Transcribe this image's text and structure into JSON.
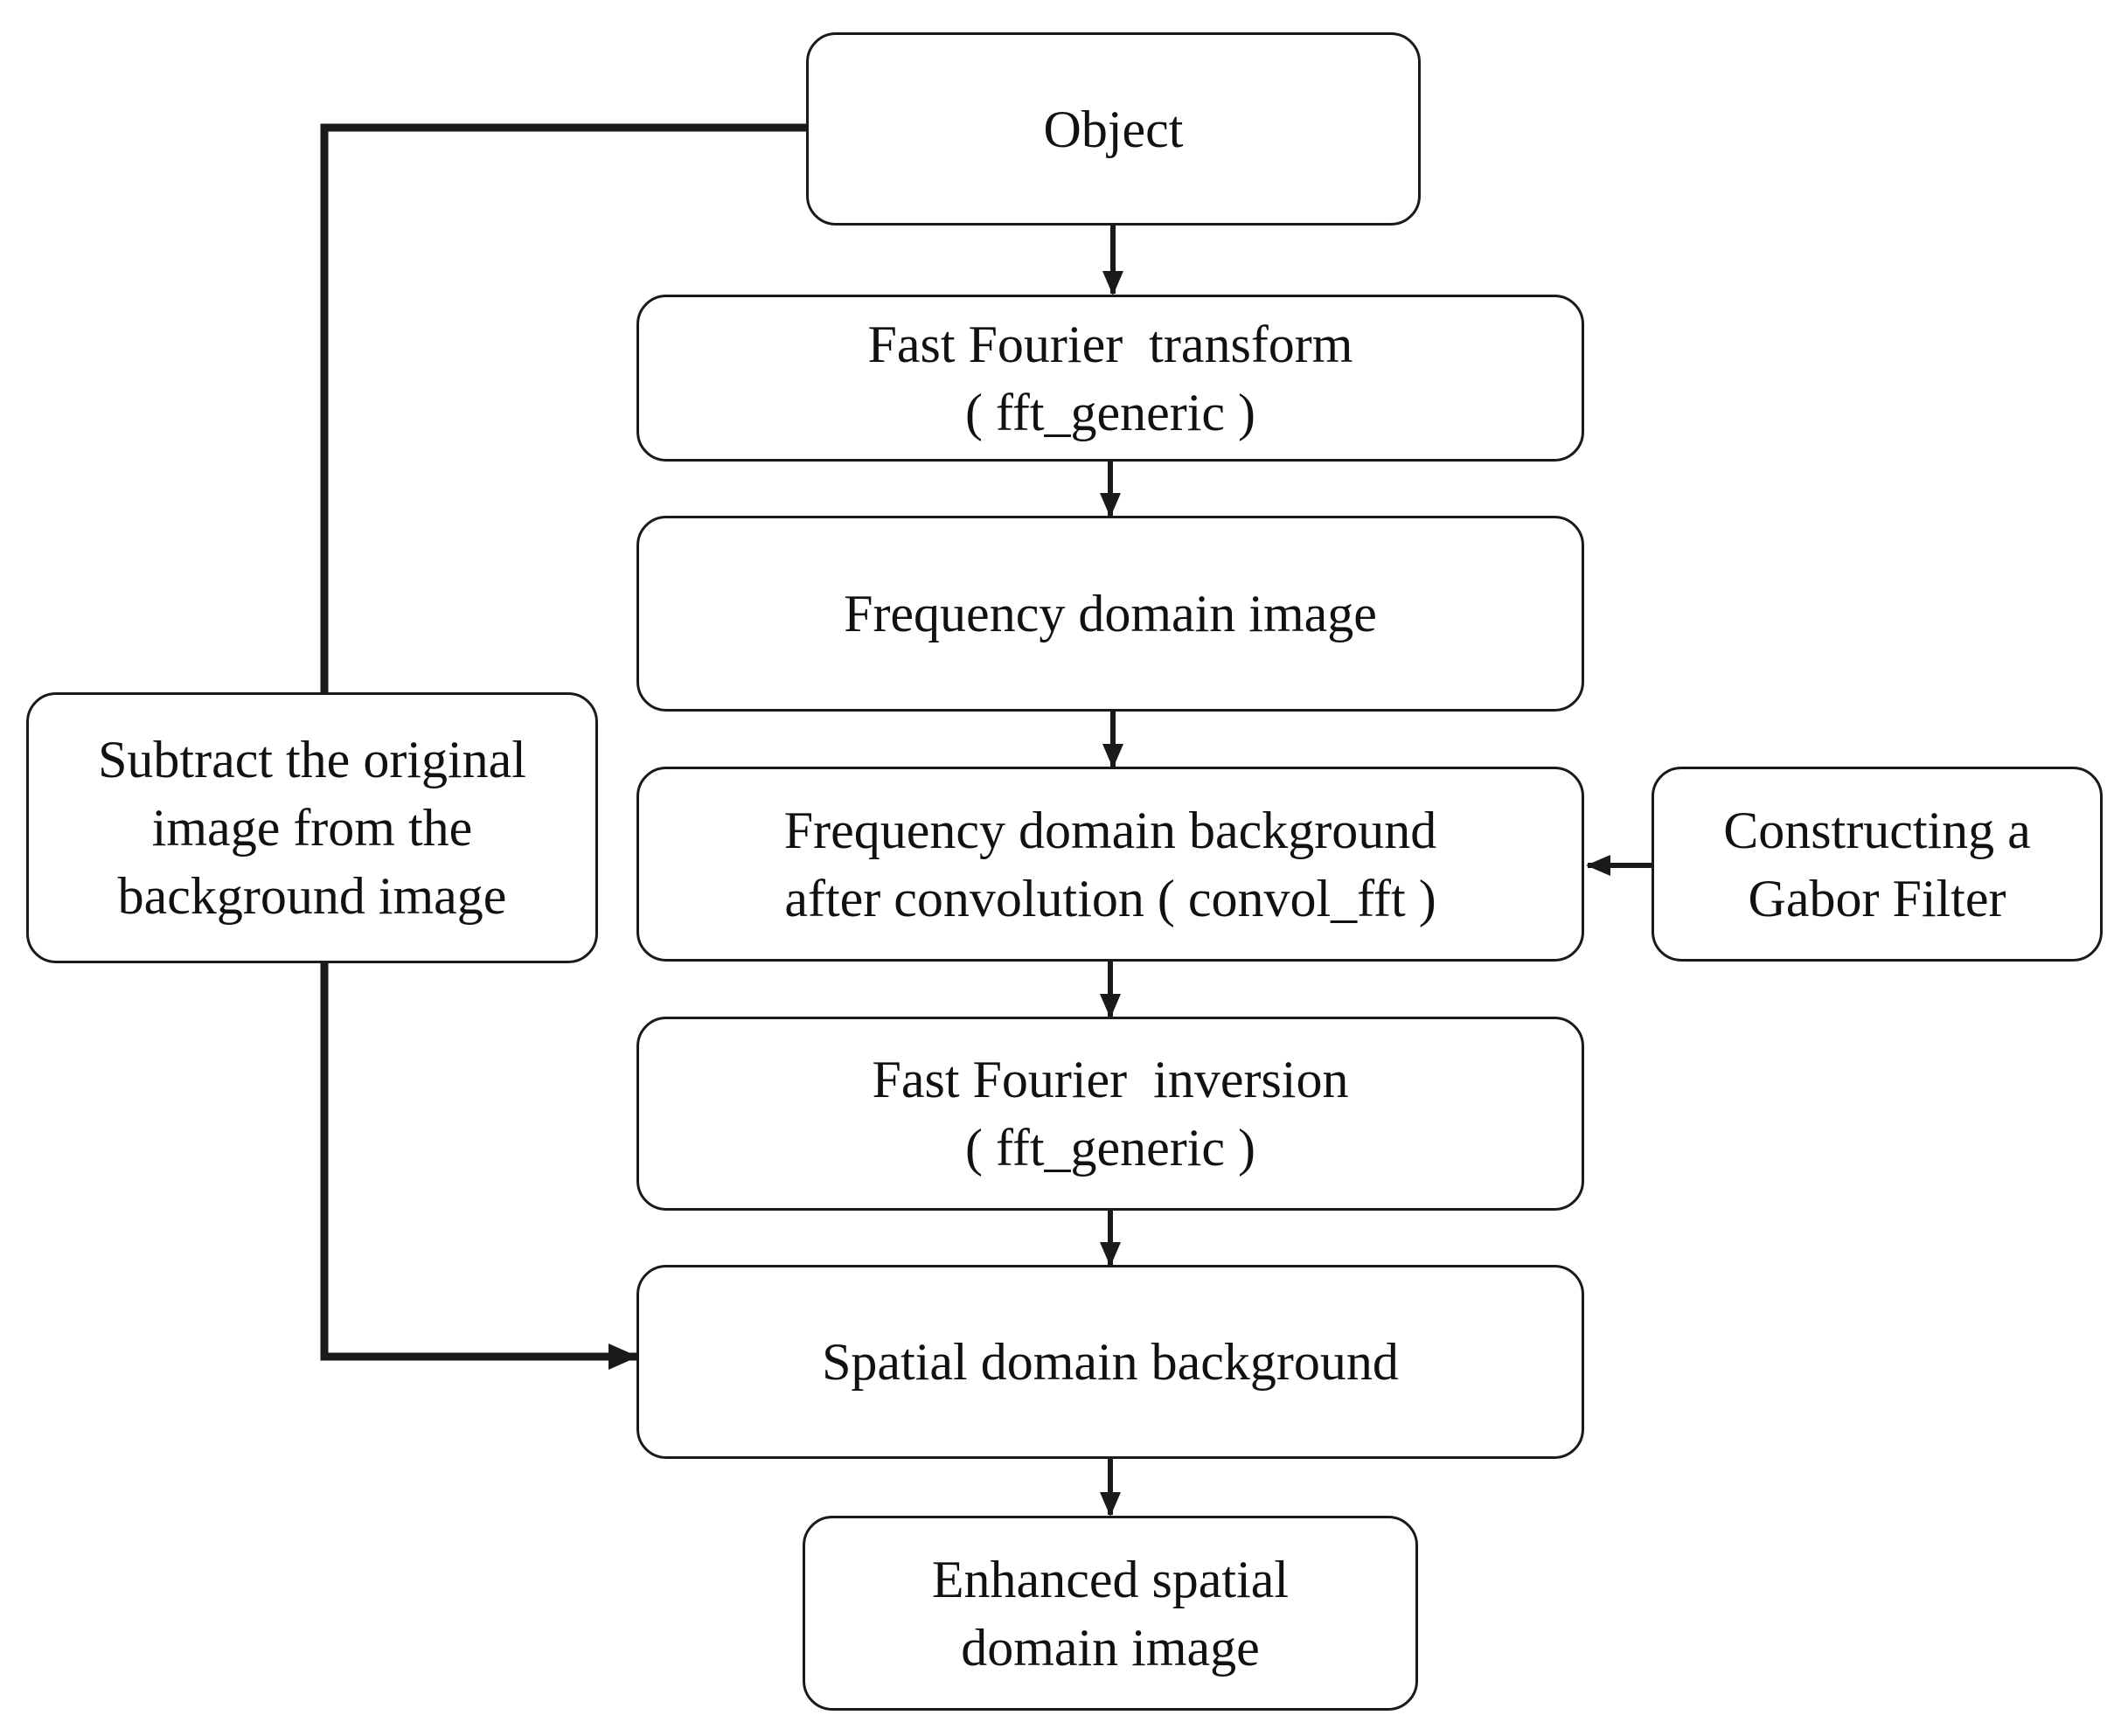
{
  "diagram": {
    "nodes": {
      "object": {
        "lines": [
          "Object"
        ]
      },
      "fft": {
        "lines": [
          "Fast Fourier  transform",
          "( fft_generic )"
        ]
      },
      "freq_image": {
        "lines": [
          "Frequency domain image"
        ]
      },
      "freq_background": {
        "lines": [
          "Frequency domain background",
          "after convolution ( convol_fft )"
        ]
      },
      "gabor": {
        "lines": [
          "Constructing a",
          "Gabor Filter"
        ]
      },
      "fft_inverse": {
        "lines": [
          "Fast Fourier  inversion",
          "( fft_generic )"
        ]
      },
      "spatial_background": {
        "lines": [
          "Spatial domain background"
        ]
      },
      "enhanced": {
        "lines": [
          "Enhanced spatial",
          "domain image"
        ]
      },
      "subtract": {
        "lines": [
          "Subtract the original",
          "image from the",
          "background image"
        ]
      }
    },
    "edges": [
      {
        "from": "object",
        "to": "fft"
      },
      {
        "from": "fft",
        "to": "freq_image"
      },
      {
        "from": "freq_image",
        "to": "freq_background"
      },
      {
        "from": "gabor",
        "to": "freq_background"
      },
      {
        "from": "freq_background",
        "to": "fft_inverse"
      },
      {
        "from": "fft_inverse",
        "to": "spatial_background"
      },
      {
        "from": "spatial_background",
        "to": "enhanced"
      },
      {
        "from": "object",
        "to": "spatial_background",
        "via": "subtract"
      }
    ],
    "colors": {
      "stroke": "#1a1a1a",
      "fill": "#ffffff",
      "text": "#111111"
    }
  }
}
